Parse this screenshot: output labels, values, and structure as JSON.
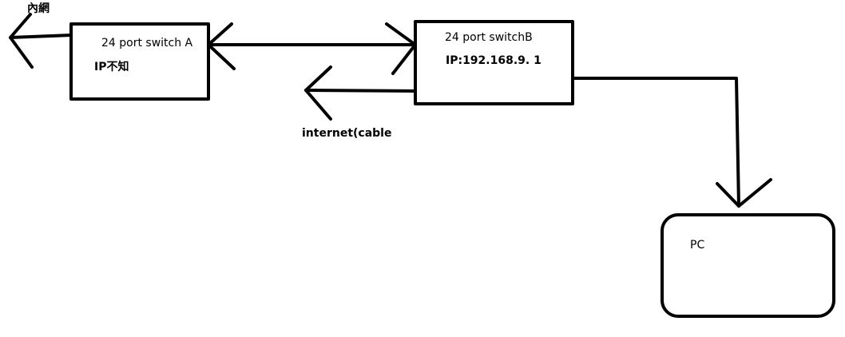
{
  "diagram": {
    "colors": {
      "stroke": "#000000",
      "background": "#ffffff"
    },
    "nodes": {
      "switch_a": {
        "title": "24 port switch  A",
        "ip": "IP不知"
      },
      "switch_b": {
        "title": "24 port switchB",
        "ip": "IP:192.168.9. 1"
      },
      "pc": {
        "label": "PC"
      }
    },
    "labels": {
      "internal_network": "內網",
      "internet": "internet(cable"
    }
  }
}
